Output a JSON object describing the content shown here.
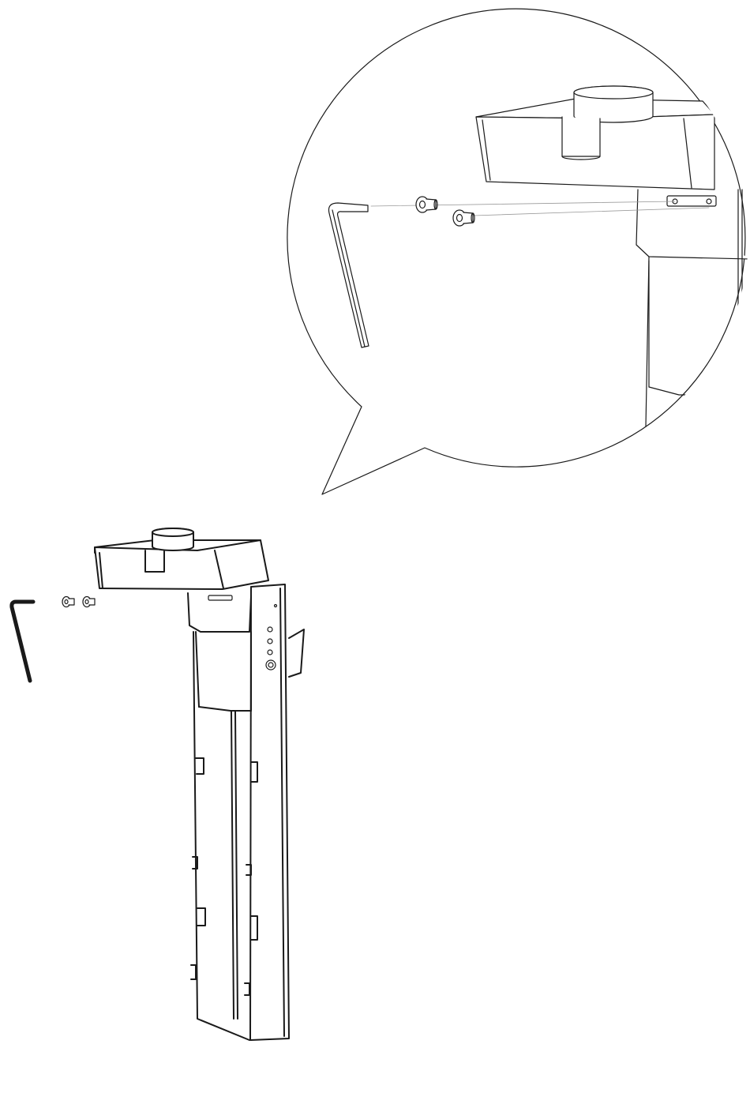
{
  "figure": {
    "background": "#ffffff",
    "line_color": "#1a1a1a",
    "guide_color": "#9a9a9a",
    "fill_color": "#ffffff",
    "parts": {
      "hex_key": "hex-key-icon",
      "bolt": "bolt-icon",
      "leg_column": "leg-column",
      "top_bracket": "top-bracket",
      "detail_callout": "detail-callout"
    },
    "bolt_count": 2
  }
}
